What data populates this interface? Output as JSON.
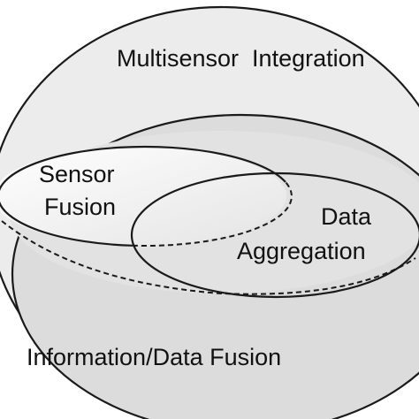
{
  "diagram": {
    "labels": {
      "multisensor_integration": "Multisensor  Integration",
      "sensor": "Sensor",
      "fusion": "Fusion",
      "data": "Data",
      "aggregation": "Aggregation",
      "information_data_fusion": "Information/Data Fusion"
    },
    "colors": {
      "outer_fill": "#ececec",
      "information_fill": "#dcdcdc",
      "inner_fill": "#e2e2e2",
      "sensor_fill": "#ffffff",
      "stroke": "#1a1a1a"
    }
  }
}
